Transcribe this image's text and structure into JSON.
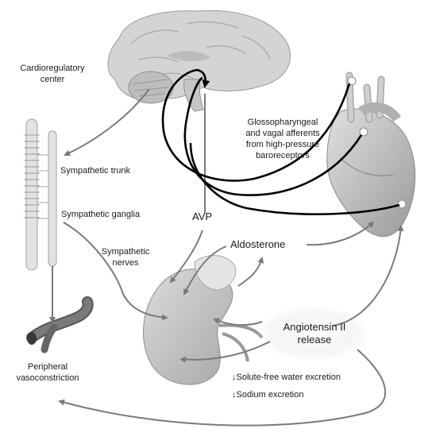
{
  "labels": {
    "cardioregulatory_center": "Cardioregulatory\ncenter",
    "sympathetic_trunk": "Sympathetic trunk",
    "sympathetic_ganglia": "Sympathetic ganglia",
    "sympathetic_nerves": "Sympathetic\nnerves",
    "baroreceptors": "Glossopharyngeal\nand vagal afferents\nfrom high-pressure\nbaroreceptors",
    "avp": "AVP",
    "aldosterone": "Aldosterone",
    "angiotensin": "Angiotensin II\nrelease",
    "peripheral_vasoconstriction": "Peripheral\nvasoconstriction",
    "solute_free_water": "Solute-free water excretion",
    "sodium_excretion": "Sodium excretion",
    "down_arrow": "↓"
  },
  "colors": {
    "background": "#ffffff",
    "organ_fill": "#d6d6d6",
    "organ_shade": "#b8b8b8",
    "organ_dark": "#8c8c8c",
    "gray_arrow": "#7a7a7a",
    "black_arrow": "#000000",
    "text": "#1a1a1a"
  }
}
